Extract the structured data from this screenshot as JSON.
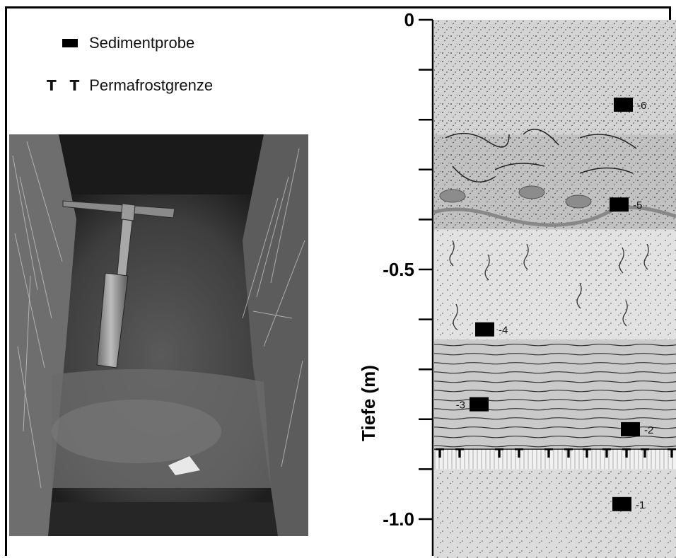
{
  "legend": {
    "sample": {
      "label": "Sedimentprobe"
    },
    "permafrost": {
      "symbol": "T T",
      "label": "Permafrostgrenze"
    }
  },
  "axis": {
    "title": "Tiefe (m)",
    "ticks": [
      {
        "value": 0.0,
        "label": "0"
      },
      {
        "value": -0.1,
        "label": ""
      },
      {
        "value": -0.2,
        "label": ""
      },
      {
        "value": -0.3,
        "label": ""
      },
      {
        "value": -0.4,
        "label": ""
      },
      {
        "value": -0.5,
        "label": "-0.5"
      },
      {
        "value": -0.6,
        "label": ""
      },
      {
        "value": -0.7,
        "label": ""
      },
      {
        "value": -0.8,
        "label": ""
      },
      {
        "value": -0.9,
        "label": ""
      },
      {
        "value": -1.0,
        "label": "-1.0"
      }
    ]
  },
  "samples": [
    {
      "label": "-6",
      "depth": -0.17
    },
    {
      "label": "-5",
      "depth": -0.37
    },
    {
      "label": "-4",
      "depth": -0.62
    },
    {
      "label": "-3",
      "depth": -0.77
    },
    {
      "label": "-2",
      "depth": -0.82
    },
    {
      "label": "-1",
      "depth": -0.97
    }
  ],
  "layers": [
    {
      "name": "coarse-sand-top",
      "from": 0.0,
      "to": -0.23,
      "color": "#d4d4d4"
    },
    {
      "name": "rooted-organic-layer",
      "from": -0.23,
      "to": -0.42,
      "color": "#c2c2c2"
    },
    {
      "name": "sand-with-roots",
      "from": -0.42,
      "to": -0.64,
      "color": "#e2e2e2"
    },
    {
      "name": "laminated-silt",
      "from": -0.64,
      "to": -0.86,
      "color": "#cacaca"
    },
    {
      "name": "permafrost-boundary-band",
      "from": -0.86,
      "to": -0.9,
      "color": "#f2f2f2"
    },
    {
      "name": "coarse-sand-bottom",
      "from": -0.9,
      "to": -1.1,
      "color": "#dcdcdc"
    }
  ],
  "colors": {
    "ink": "#000000",
    "photo_dark": "#3b3b3b"
  }
}
